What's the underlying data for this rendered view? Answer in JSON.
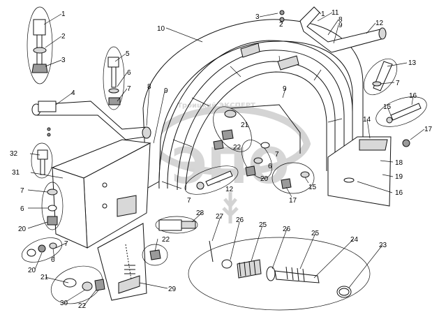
{
  "watermark": {
    "logo_text": "ЭПО",
    "caption": "Троицкий ЭКСПЕРТ"
  },
  "callouts": [
    "1",
    "2",
    "3",
    "4",
    "5",
    "6",
    "7",
    "8",
    "9",
    "10",
    "3",
    "2",
    "1",
    "11",
    "8",
    "9",
    "12",
    "13",
    "7",
    "8",
    "9",
    "9",
    "21",
    "22",
    "7",
    "6",
    "20",
    "16",
    "15",
    "14",
    "17",
    "18",
    "19",
    "16",
    "15",
    "17",
    "32",
    "31",
    "7",
    "6",
    "20",
    "12",
    "7",
    "28",
    "27",
    "26",
    "25",
    "20",
    "6",
    "7",
    "22",
    "21",
    "30",
    "22",
    "29",
    "26",
    "25",
    "24",
    "23"
  ]
}
